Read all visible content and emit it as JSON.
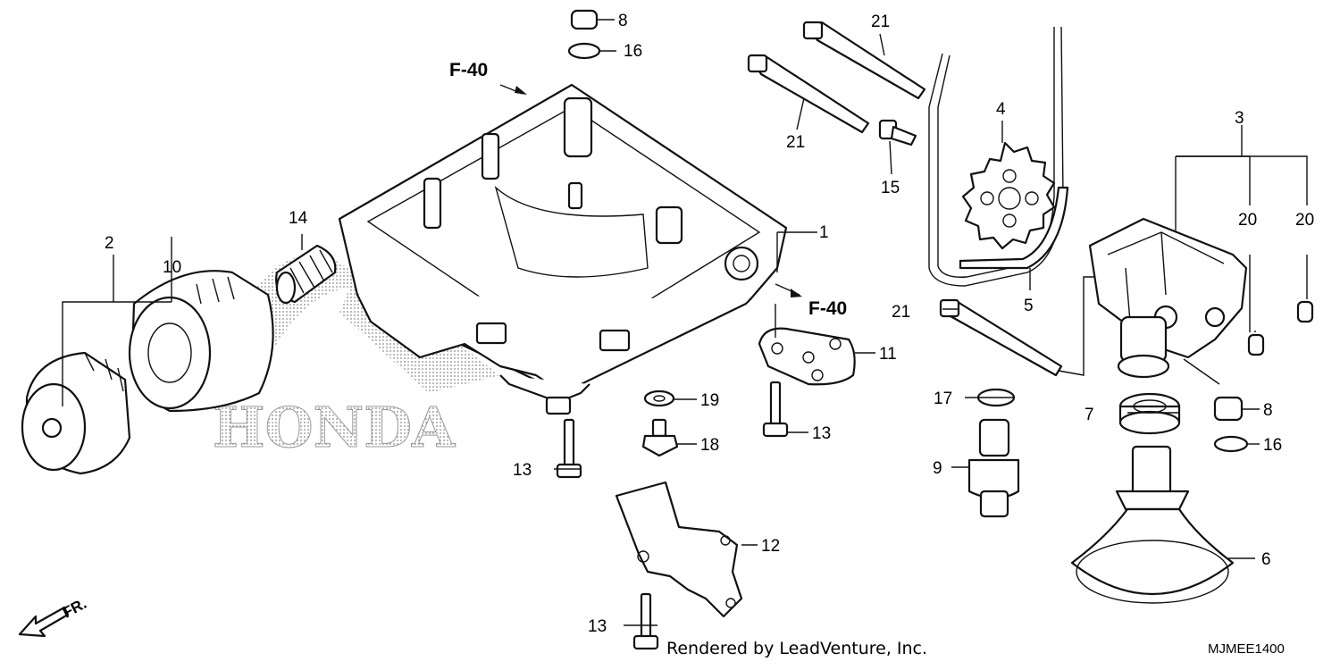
{
  "callouts": {
    "c1": "1",
    "c2": "2",
    "c3": "3",
    "c4": "4",
    "c5": "5",
    "c6": "6",
    "c7": "7",
    "c8a": "8",
    "c8b": "8",
    "c9": "9",
    "c10": "10",
    "c11": "11",
    "c12": "12",
    "c13a": "13",
    "c13b": "13",
    "c13c": "13",
    "c14": "14",
    "c15": "15",
    "c16a": "16",
    "c16b": "16",
    "c17": "17",
    "c18": "18",
    "c19": "19",
    "c20a": "20",
    "c20b": "20",
    "c21a": "21",
    "c21b": "21",
    "c21c": "21"
  },
  "references": {
    "f40_top": "F-40",
    "f40_right": "F-40"
  },
  "direction": {
    "label": "FR."
  },
  "watermark": {
    "text": "HONDA"
  },
  "footer": {
    "credit": "Rendered by LeadVenture, Inc.",
    "diagram_code": "MJMEE1400"
  }
}
